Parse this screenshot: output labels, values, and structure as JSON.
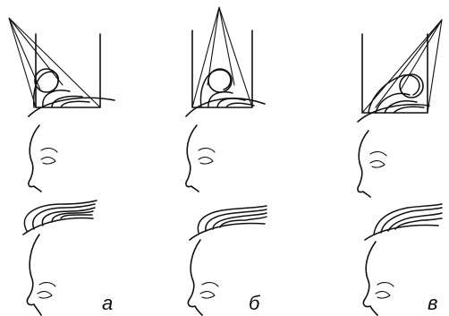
{
  "labels": {
    "a": "а",
    "b": "б",
    "v": "в"
  },
  "colors": {
    "ink": "#111111",
    "background": "#ffffff"
  }
}
